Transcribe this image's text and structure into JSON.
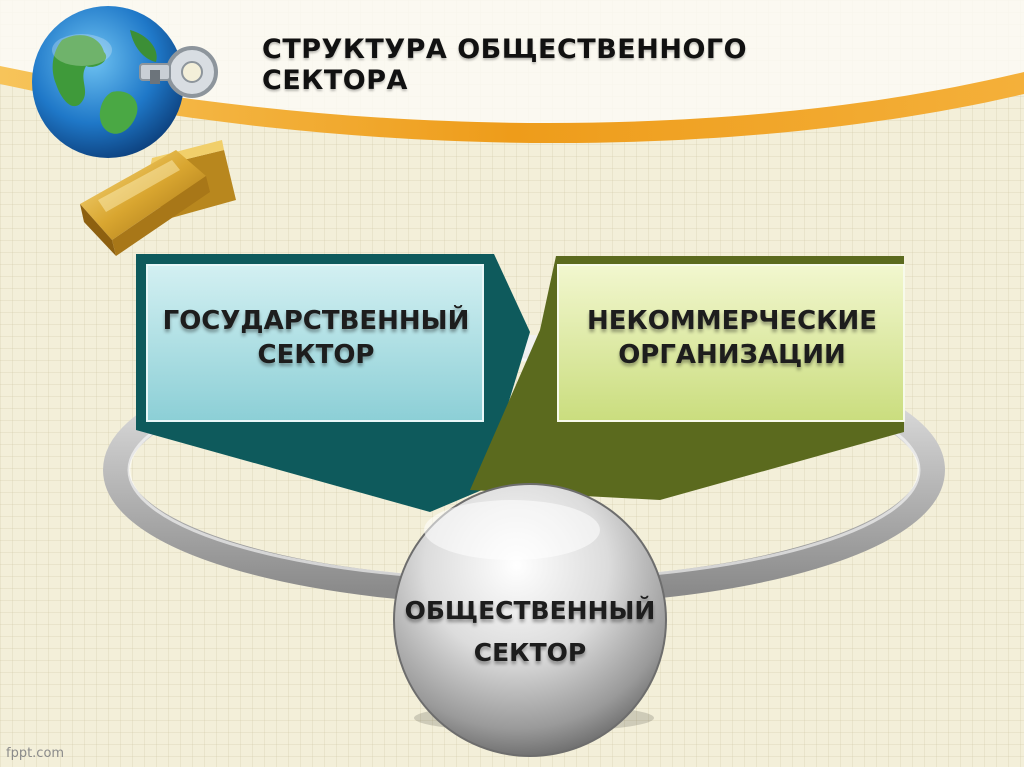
{
  "slide": {
    "title": "СТРУКТУРА ОБЩЕСТВЕННОГО СЕКТОРА",
    "watermark": "fppt.com"
  },
  "diagram": {
    "left_box": {
      "line1": "ГОСУДАРСТВЕННЫЙ",
      "line2": "СЕКТОР",
      "color": "#a9dbe0",
      "shadow_color": "#0e5a5c"
    },
    "right_box": {
      "line1": "НЕКОММЕРЧЕСКИЕ",
      "line2": "ОРГАНИЗАЦИИ",
      "color": "#dfe9a6",
      "shadow_color": "#5b6a1e"
    },
    "center": {
      "line1": "ОБЩЕСТВЕННЫЙ",
      "line2": "СЕКТОР"
    }
  },
  "icons": [
    "globe-with-key-icon",
    "gold-bars-icon"
  ],
  "colors": {
    "accent_stripe": "#f0a020",
    "ring": "#c8c8c8"
  }
}
